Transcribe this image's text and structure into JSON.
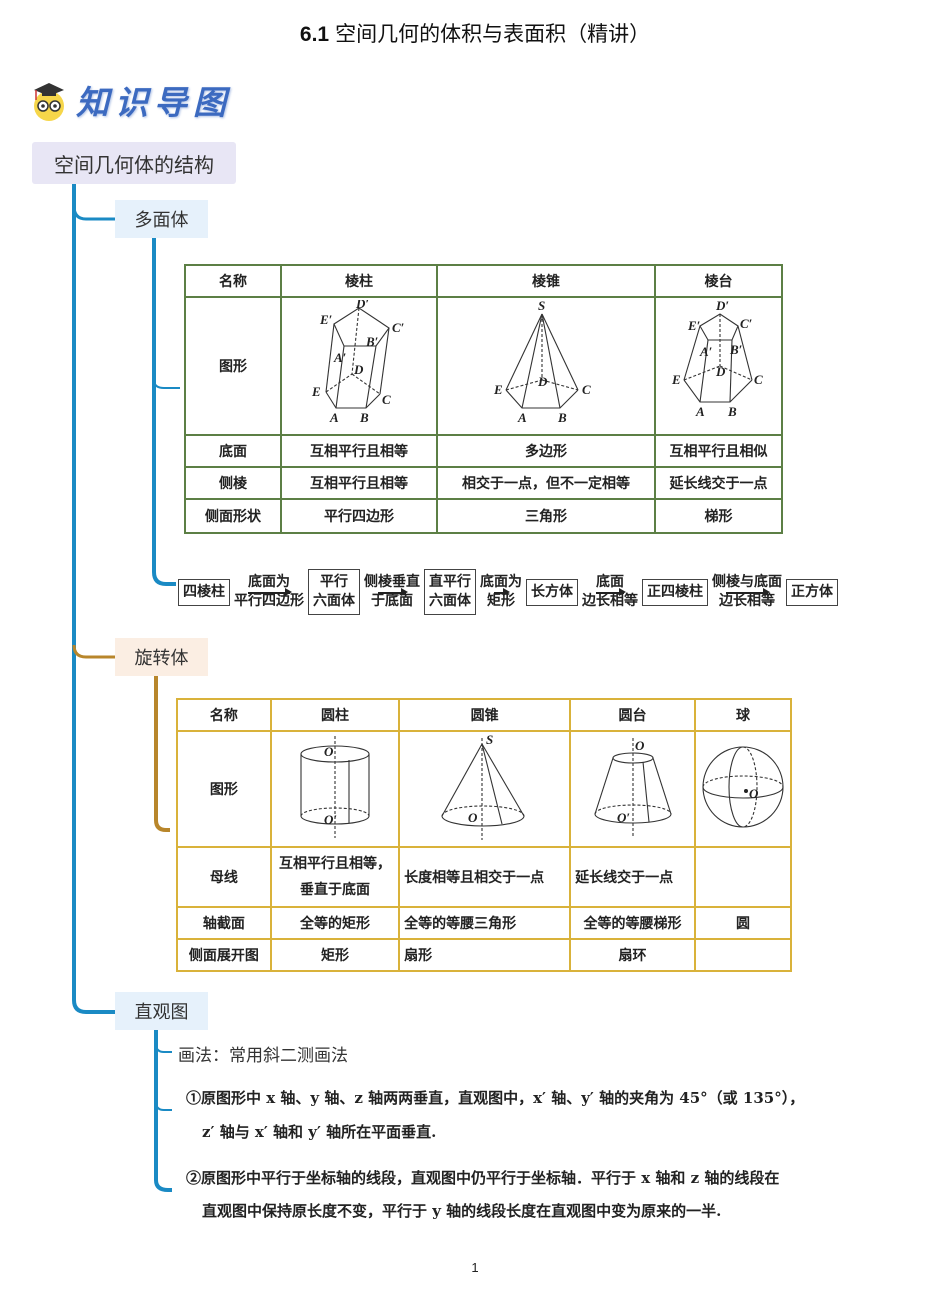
{
  "header": {
    "number": "6.1",
    "title": "空间几何的体积与表面积（精讲）"
  },
  "logo": {
    "text": "知识导图",
    "icon": "scholar-owl-icon"
  },
  "mindmap": {
    "root": "空间几何体的结构",
    "polyhedron": {
      "label": "多面体",
      "table": {
        "headers": [
          "名称",
          "棱柱",
          "棱锥",
          "棱台"
        ],
        "figure_row_label": "图形",
        "figures": [
          "prism-figure",
          "pyramid-figure",
          "frustum-figure"
        ],
        "rows": [
          [
            "底面",
            "互相平行且相等",
            "多边形",
            "互相平行且相似"
          ],
          [
            "侧棱",
            "互相平行且相等",
            "相交于一点，但不一定相等",
            "延长线交于一点"
          ],
          [
            "侧面形状",
            "平行四边形",
            "三角形",
            "梯形"
          ]
        ]
      },
      "flow": [
        {
          "type": "box",
          "text": "四棱柱"
        },
        {
          "type": "arrow",
          "top": "底面为",
          "bottom": "平行四边形"
        },
        {
          "type": "box",
          "text": "平行\n六面体"
        },
        {
          "type": "arrow",
          "top": "侧棱垂直",
          "bottom": "于底面"
        },
        {
          "type": "box",
          "text": "直平行\n六面体"
        },
        {
          "type": "arrow",
          "top": "底面为",
          "bottom": "矩形"
        },
        {
          "type": "box",
          "text": "长方体"
        },
        {
          "type": "arrow",
          "top": "底面",
          "bottom": "边长相等"
        },
        {
          "type": "box",
          "text": "正四棱柱"
        },
        {
          "type": "arrow",
          "top": "侧棱与底面",
          "bottom": "边长相等"
        },
        {
          "type": "box",
          "text": "正方体"
        }
      ]
    },
    "revolution": {
      "label": "旋转体",
      "table": {
        "headers": [
          "名称",
          "圆柱",
          "圆锥",
          "圆台",
          "球"
        ],
        "figure_row_label": "图形",
        "figures": [
          "cylinder-figure",
          "cone-figure",
          "frustum-cone-figure",
          "sphere-figure"
        ],
        "rows": [
          [
            "母线",
            "互相平行且相等，\n垂直于底面",
            "长度相等且相交于一点",
            "延长线交于一点",
            ""
          ],
          [
            "轴截面",
            "全等的矩形",
            "全等的等腰三角形",
            "全等的等腰梯形",
            "圆"
          ],
          [
            "侧面展开图",
            "矩形",
            "扇形",
            "扇环",
            ""
          ]
        ]
      }
    },
    "intuitive": {
      "label": "直观图",
      "method": "画法：常用斜二测画法",
      "rule1_line1": "①原图形中 x 轴、y 轴、z 轴两两垂直，直观图中，x′ 轴、y′ 轴的夹角为 45°（或 135°），",
      "rule1_line2": "z′ 轴与 x′ 轴和 y′ 轴所在平面垂直.",
      "rule2_line1": "②原图形中平行于坐标轴的线段，直观图中仍平行于坐标轴．平行于 x 轴和 z 轴的线段在",
      "rule2_line2": "直观图中保持原长度不变，平行于 y 轴的线段长度在直观图中变为原来的一半."
    }
  },
  "colors": {
    "blue_branch": "#1a8ac4",
    "gold_branch": "#b8862b",
    "green_table": "#5c7f45",
    "gold_table": "#d9b23a"
  },
  "footer": {
    "page": "1"
  }
}
